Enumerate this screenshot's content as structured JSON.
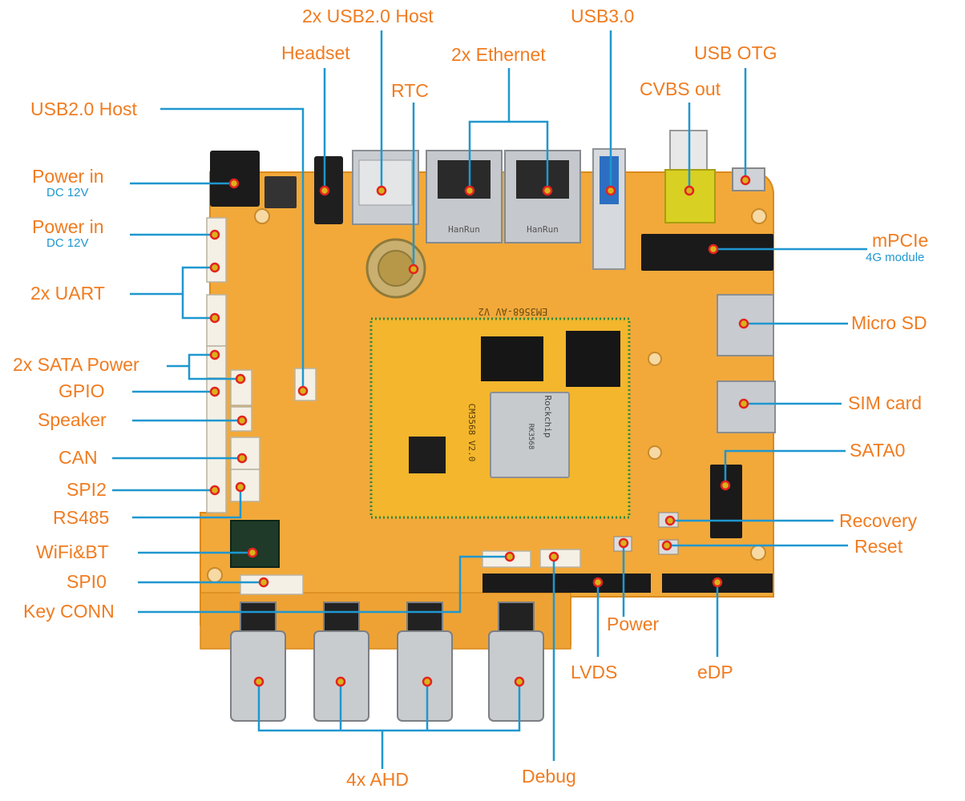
{
  "board": {
    "silkscreen_name": "EM3568-AV V2",
    "module_label": "CM3568 V2.0",
    "soc_brand": "Rockchip",
    "soc_part": "RK3568",
    "jack_brand": "HanRun"
  },
  "colors": {
    "label": "#f07c21",
    "leader": "#1f97cf",
    "sub_label": "#1f97cf",
    "board": "#f2a93a",
    "board_edge": "#d98a1c",
    "marker_fill": "#d9b21a",
    "marker_ring": "#e3231f"
  },
  "callouts": [
    {
      "id": "usb20-host-2x",
      "label": "2x USB2.0 Host"
    },
    {
      "id": "usb30",
      "label": "USB3.0"
    },
    {
      "id": "headset",
      "label": "Headset"
    },
    {
      "id": "ethernet-2x",
      "label": "2x Ethernet"
    },
    {
      "id": "usb-otg",
      "label": "USB OTG"
    },
    {
      "id": "rtc",
      "label": "RTC"
    },
    {
      "id": "cvbs-out",
      "label": "CVBS out"
    },
    {
      "id": "usb20-host",
      "label": "USB2.0 Host"
    },
    {
      "id": "power-in-1",
      "label": "Power in",
      "sub": "DC 12V"
    },
    {
      "id": "power-in-2",
      "label": "Power in",
      "sub": "DC 12V"
    },
    {
      "id": "mpcie",
      "label": "mPCIe",
      "sub": "4G module"
    },
    {
      "id": "uart-2x",
      "label": "2x UART"
    },
    {
      "id": "micro-sd",
      "label": "Micro SD"
    },
    {
      "id": "sata-power-2x",
      "label": "2x SATA Power"
    },
    {
      "id": "gpio",
      "label": "GPIO"
    },
    {
      "id": "sim-card",
      "label": "SIM card"
    },
    {
      "id": "speaker",
      "label": "Speaker"
    },
    {
      "id": "sata0",
      "label": "SATA0"
    },
    {
      "id": "can",
      "label": "CAN"
    },
    {
      "id": "spi2",
      "label": "SPI2"
    },
    {
      "id": "rs485",
      "label": "RS485"
    },
    {
      "id": "recovery",
      "label": "Recovery"
    },
    {
      "id": "reset",
      "label": "Reset"
    },
    {
      "id": "wifi-bt",
      "label": "WiFi&BT"
    },
    {
      "id": "spi0",
      "label": "SPI0"
    },
    {
      "id": "key-conn",
      "label": "Key CONN"
    },
    {
      "id": "power",
      "label": "Power"
    },
    {
      "id": "lvds",
      "label": "LVDS"
    },
    {
      "id": "edp",
      "label": "eDP"
    },
    {
      "id": "ahd-4x",
      "label": "4x AHD"
    },
    {
      "id": "debug",
      "label": "Debug"
    }
  ]
}
